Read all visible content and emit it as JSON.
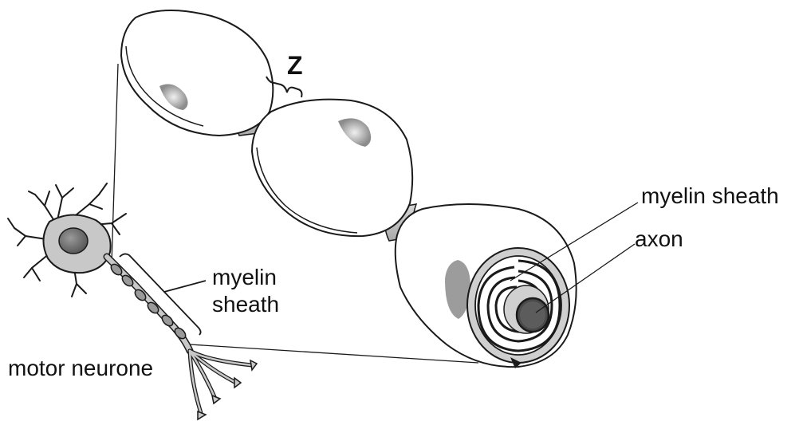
{
  "labels": {
    "z": "Z",
    "myelin_sheath_right": "myelin sheath",
    "axon": "axon",
    "myelin_sheath_left_line1": "myelin",
    "myelin_sheath_left_line2": "sheath",
    "motor_neurone": "motor neurone"
  },
  "colors": {
    "outline": "#1a1a1a",
    "grey_fill": "#c8c8c8",
    "dark_grey": "#8a8a8a",
    "nucleus": "#6e6e6e",
    "axon_core": "#4a4a4a"
  }
}
